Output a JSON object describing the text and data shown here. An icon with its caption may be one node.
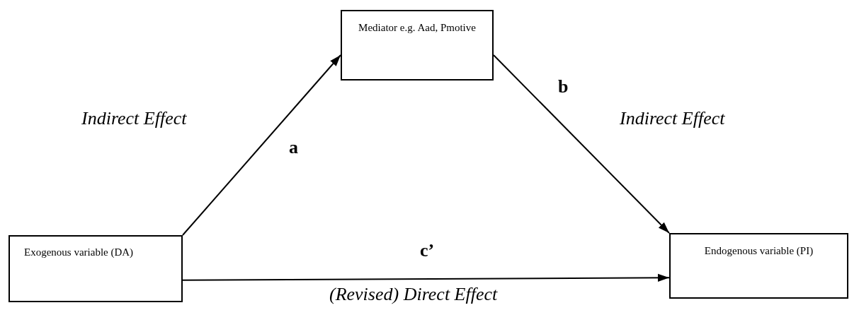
{
  "diagram": {
    "nodes": [
      {
        "text": [
          "Mediator e.g. Aad, Pmotive"
        ]
      },
      {
        "text": [
          "Exogenous variable (DA)"
        ]
      },
      {
        "text": [
          "Endogenous variable (PI)"
        ]
      }
    ],
    "edges": [
      {
        "from": 1,
        "to": 0,
        "arrow": "to",
        "label": "a"
      },
      {
        "from": 0,
        "to": 2,
        "arrow": "to",
        "label": "b"
      },
      {
        "from": 1,
        "to": 2,
        "arrow": "to",
        "label": "c’"
      }
    ],
    "labels": [
      "Indirect Effect",
      "Indirect Effect",
      "(Revised) Direct Effect"
    ]
  }
}
